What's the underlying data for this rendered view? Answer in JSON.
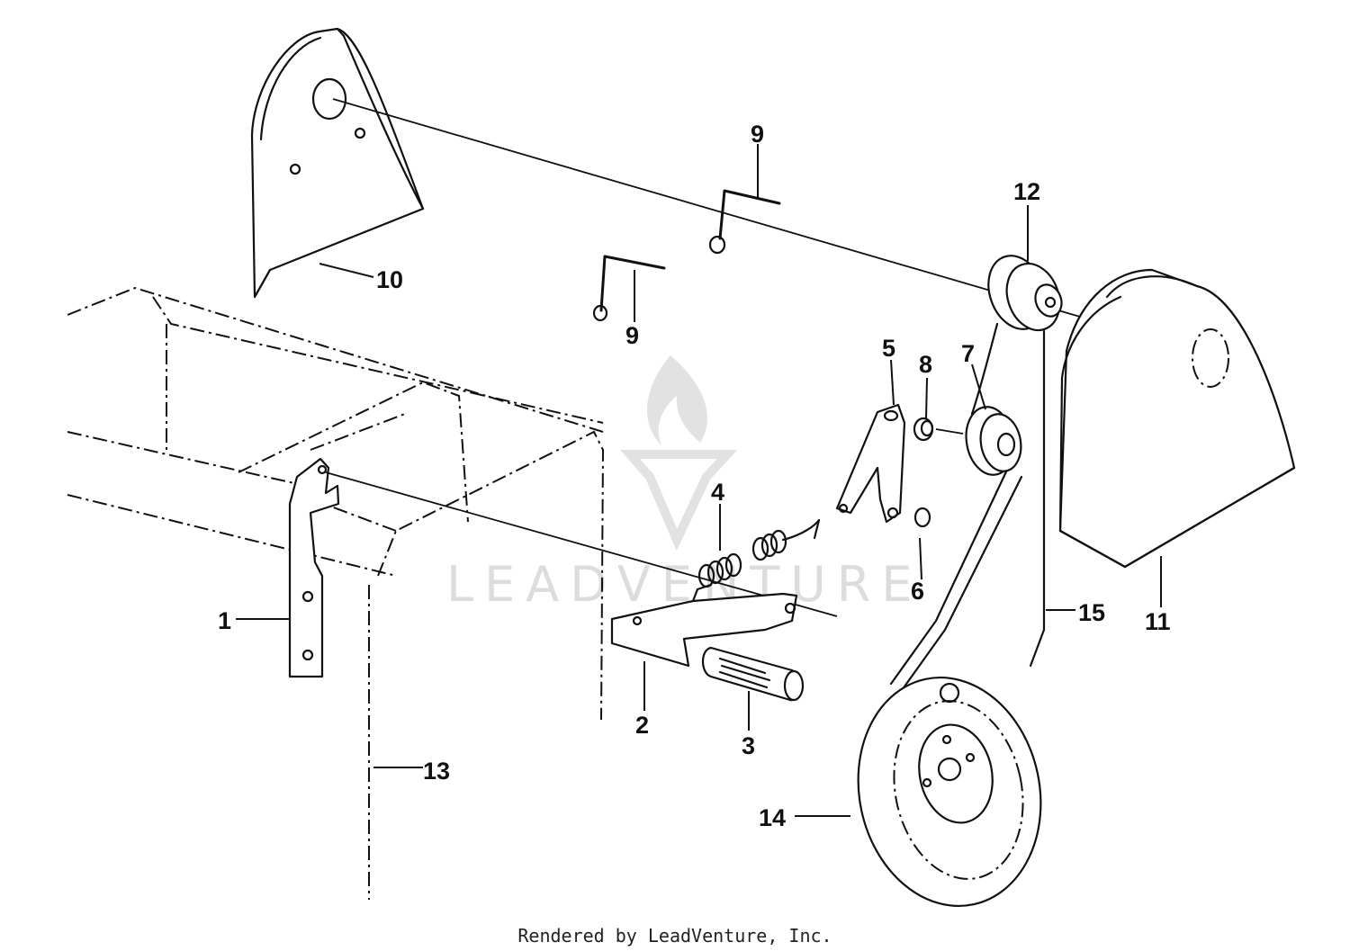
{
  "callouts": [
    {
      "id": "1",
      "text": "1"
    },
    {
      "id": "2",
      "text": "2"
    },
    {
      "id": "3",
      "text": "3"
    },
    {
      "id": "4",
      "text": "4"
    },
    {
      "id": "5",
      "text": "5"
    },
    {
      "id": "6",
      "text": "6"
    },
    {
      "id": "7",
      "text": "7"
    },
    {
      "id": "8",
      "text": "8"
    },
    {
      "id": "9a",
      "text": "9"
    },
    {
      "id": "9b",
      "text": "9"
    },
    {
      "id": "10",
      "text": "10"
    },
    {
      "id": "11",
      "text": "11"
    },
    {
      "id": "12",
      "text": "12"
    },
    {
      "id": "13",
      "text": "13"
    },
    {
      "id": "14",
      "text": "14"
    },
    {
      "id": "15",
      "text": "15"
    }
  ],
  "watermark": {
    "text": "LEADVENTURE",
    "logo_icon": "leadventure-flame-logo"
  },
  "footer": {
    "credit": "Rendered by LeadVenture, Inc."
  }
}
